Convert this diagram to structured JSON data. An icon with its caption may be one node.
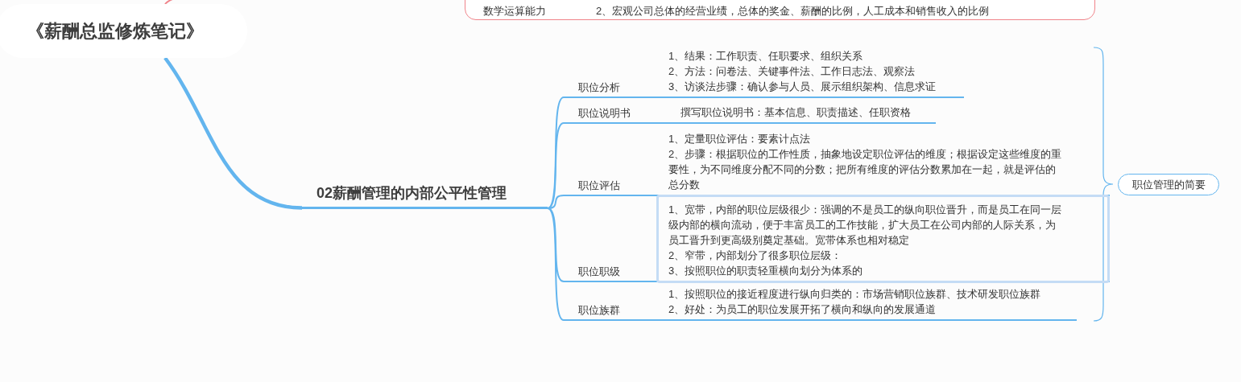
{
  "diagram": {
    "nodes": [
      {
        "text": [
          "《薪酬总监修炼笔记》"
        ]
      },
      {
        "text": [
          "数学运算能力",
          "2、宏观公司总体的经营业绩，总体的奖金、薪酬的比例，人工成本和销售收入的比例"
        ]
      },
      {
        "text": [
          "02薪酬管理的内部公平性管理"
        ]
      },
      {
        "text": [
          "职位分析",
          "1、结果：工作职责、任职要求、组织关系",
          "2、方法：问卷法、关键事件法、工作日志法、观察法",
          "3、访谈法步骤：确认参与人员、展示组织架构、信息求证"
        ]
      },
      {
        "text": [
          "职位说明书",
          "撰写职位说明书：基本信息、职责描述、任职资格"
        ]
      },
      {
        "text": [
          "职位评估",
          "1、定量职位评估：要素计点法",
          "2、步骤：根据职位的工作性质，抽象地设定职位评估的维度；根据设定这些维度的重要性，为不同维度分配不同的分数；把所有维度的评估分数累加在一起，就是评估的总分数"
        ]
      },
      {
        "text": [
          "职位职级",
          "1、宽带，内部的职位层级很少：强调的不是员工的纵向职位晋升，而是员工在同一层级内部的横向流动，便于丰富员工的工作技能，扩大员工在公司内部的人际关系，为员工晋升到更高级别奠定基础。宽带体系也相对稳定",
          "2、窄带，内部划分了很多职位层级：",
          "3、按照职位的职责轻重横向划分为体系的"
        ]
      },
      {
        "text": [
          "职位族群",
          "1、按照职位的接近程度进行纵向归类的：市场营销职位族群、技术研发职位族群",
          "2、好处：为员工的职位发展开拓了横向和纵向的发展通道"
        ]
      },
      {
        "text": [
          "职位管理的简要"
        ]
      }
    ],
    "edges": [
      {
        "from": 0,
        "to": 1,
        "arrow": "none",
        "color": "#f0848a"
      },
      {
        "from": 0,
        "to": 2,
        "arrow": "none",
        "style": "thick"
      },
      {
        "from": 2,
        "to": 3,
        "arrow": "none"
      },
      {
        "from": 2,
        "to": 4,
        "arrow": "none"
      },
      {
        "from": 2,
        "to": 5,
        "arrow": "none"
      },
      {
        "from": 2,
        "to": 6,
        "arrow": "none"
      },
      {
        "from": 2,
        "to": 7,
        "arrow": "none"
      }
    ]
  }
}
